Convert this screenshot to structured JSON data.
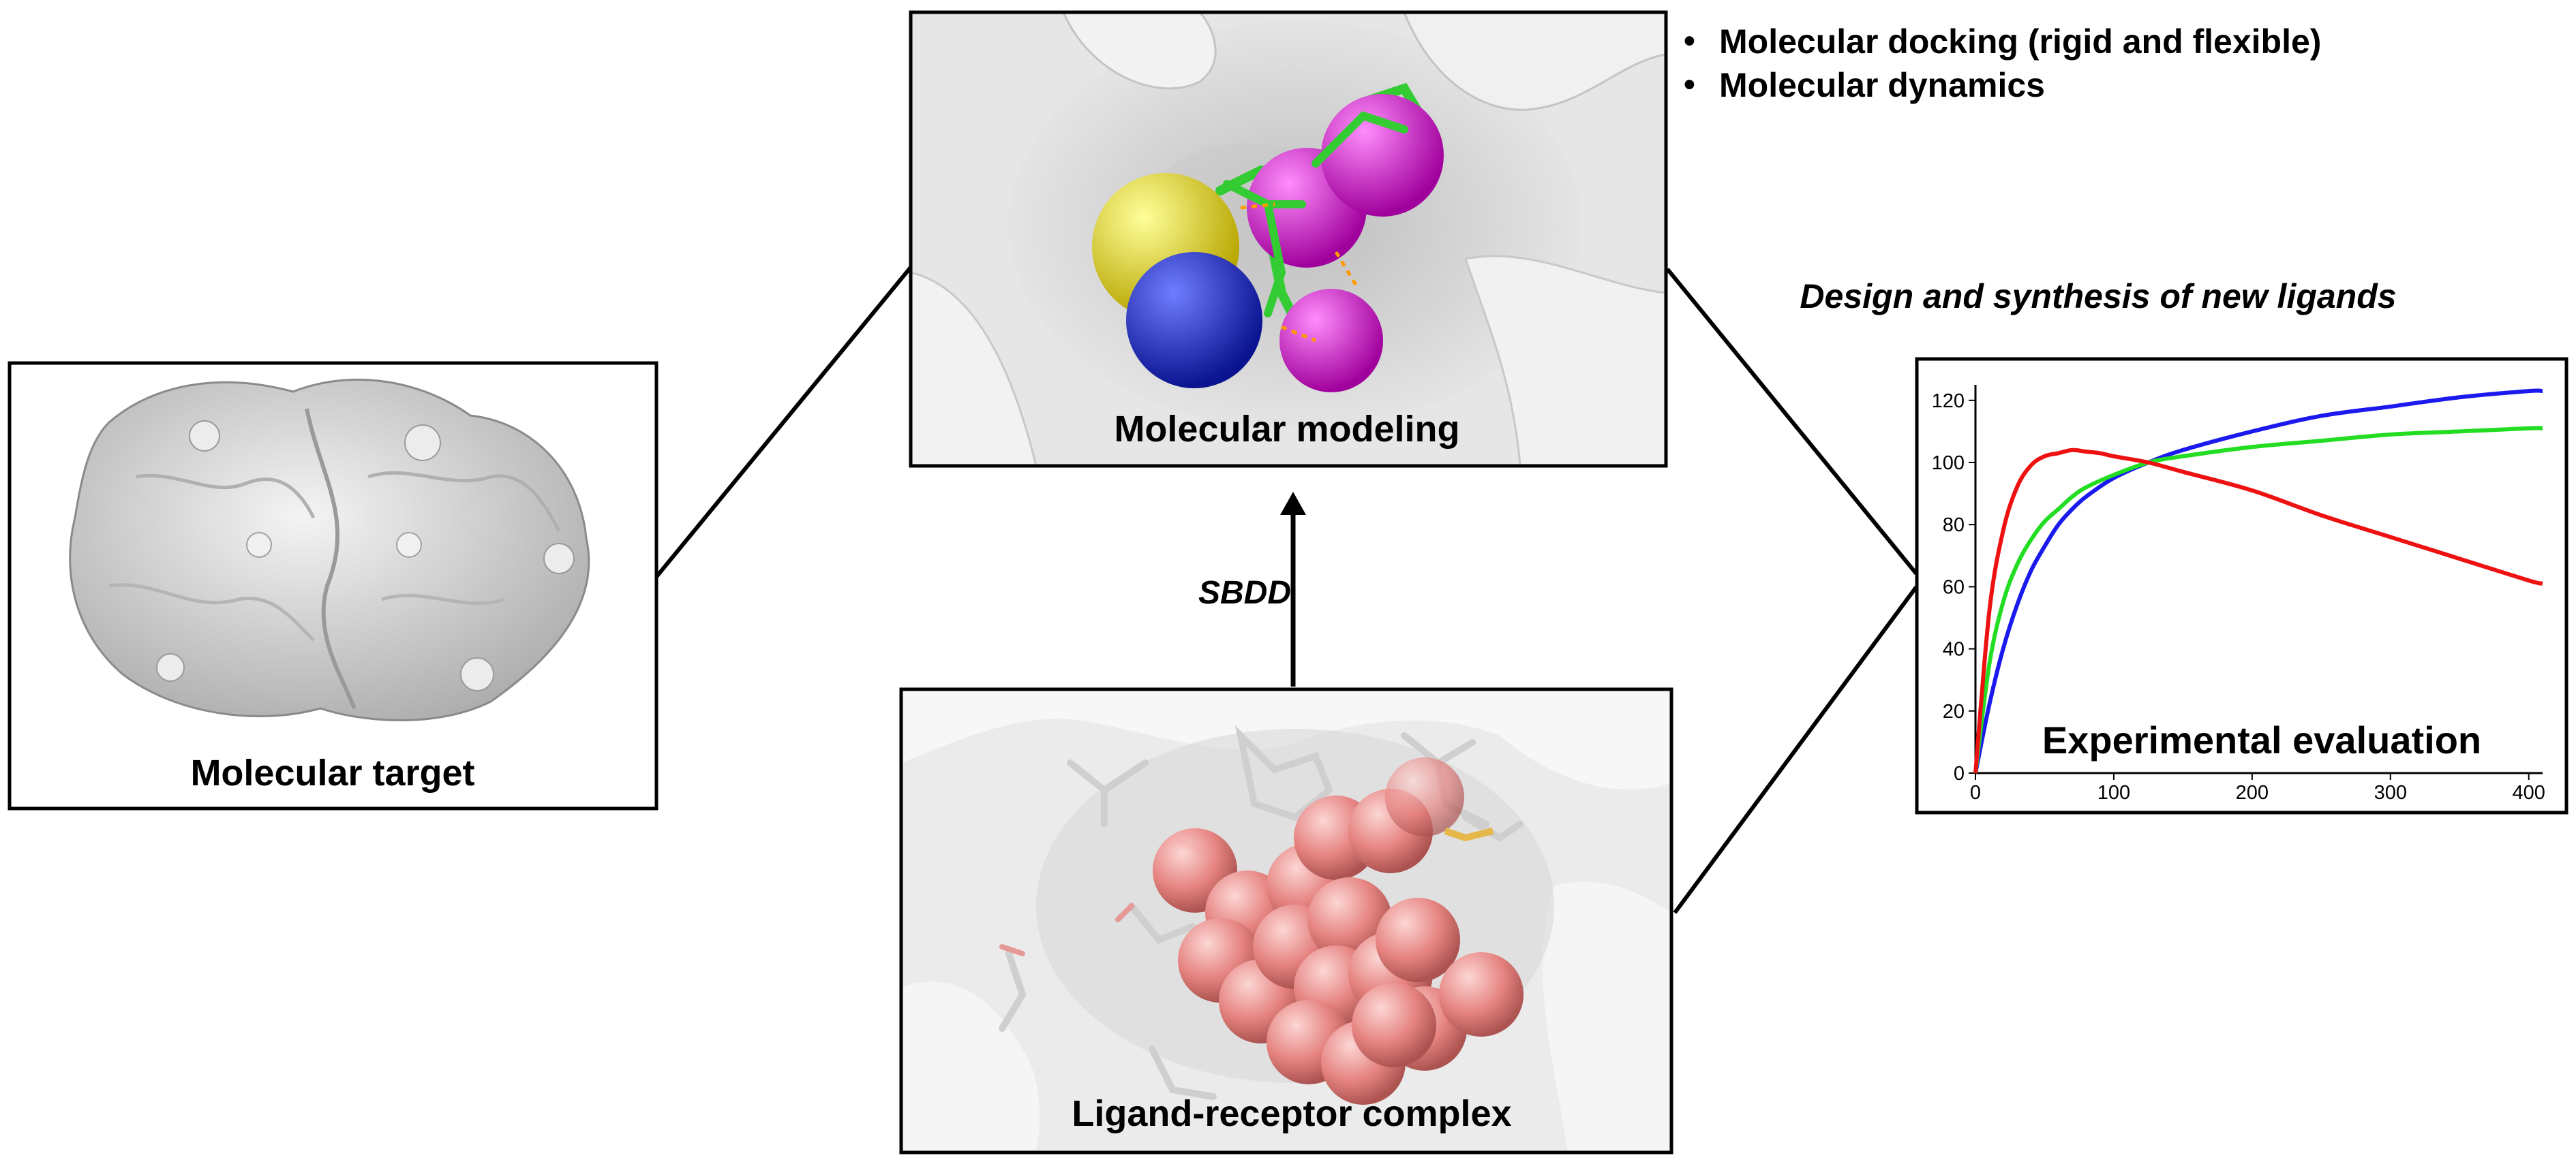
{
  "panels": {
    "target": {
      "caption": "Molecular target"
    },
    "modeling": {
      "caption": "Molecular modeling"
    },
    "complex": {
      "caption": "Ligand-receptor complex"
    },
    "evaluation": {
      "caption": "Experimental evaluation"
    }
  },
  "annotations": {
    "methods": [
      "Molecular docking (rigid and flexible)",
      "Molecular dynamics"
    ],
    "bullet": "•",
    "design": "Design and synthesis of new ligands",
    "arrow_label": "SBDD"
  },
  "colors": {
    "frame": "#000000",
    "surface": "#e2e2e2",
    "sphere_yellow": "#f0e21a",
    "sphere_blue": "#1a2ccc",
    "sphere_magenta": "#e31ee0",
    "ligand_green": "#33cc33",
    "salmon": "#e67b78",
    "series_red": "#ee1111",
    "series_green": "#22dd22",
    "series_blue": "#1a1aee"
  },
  "chart_data": {
    "type": "line",
    "xlim": [
      0,
      410
    ],
    "ylim": [
      0,
      125
    ],
    "x_ticks": [
      0,
      100,
      200,
      300,
      400
    ],
    "y_ticks": [
      0,
      20,
      40,
      60,
      80,
      100,
      120
    ],
    "series": [
      {
        "color": "#1a1aee",
        "x": [
          0,
          10,
          20,
          30,
          40,
          50,
          60,
          70,
          80,
          100,
          125,
          150,
          200,
          250,
          300,
          350,
          400,
          410
        ],
        "y": [
          0,
          22,
          40,
          54,
          65,
          73,
          80,
          85,
          89,
          95,
          100,
          104,
          110,
          115,
          118,
          121,
          123,
          123
        ]
      },
      {
        "color": "#22dd22",
        "x": [
          0,
          10,
          20,
          30,
          40,
          50,
          60,
          70,
          80,
          100,
          125,
          150,
          200,
          250,
          300,
          350,
          400,
          410
        ],
        "y": [
          0,
          35,
          55,
          67,
          75,
          81,
          85,
          89,
          92,
          96,
          100,
          102,
          105,
          107,
          109,
          110,
          111,
          111
        ]
      },
      {
        "color": "#ee1111",
        "x": [
          0,
          10,
          20,
          30,
          40,
          50,
          60,
          70,
          80,
          90,
          100,
          125,
          150,
          200,
          250,
          300,
          350,
          400,
          410
        ],
        "y": [
          0,
          52,
          78,
          92,
          99,
          102,
          103,
          104,
          103.5,
          103,
          102,
          100,
          97,
          91,
          83,
          76,
          69,
          62,
          61
        ]
      }
    ]
  }
}
